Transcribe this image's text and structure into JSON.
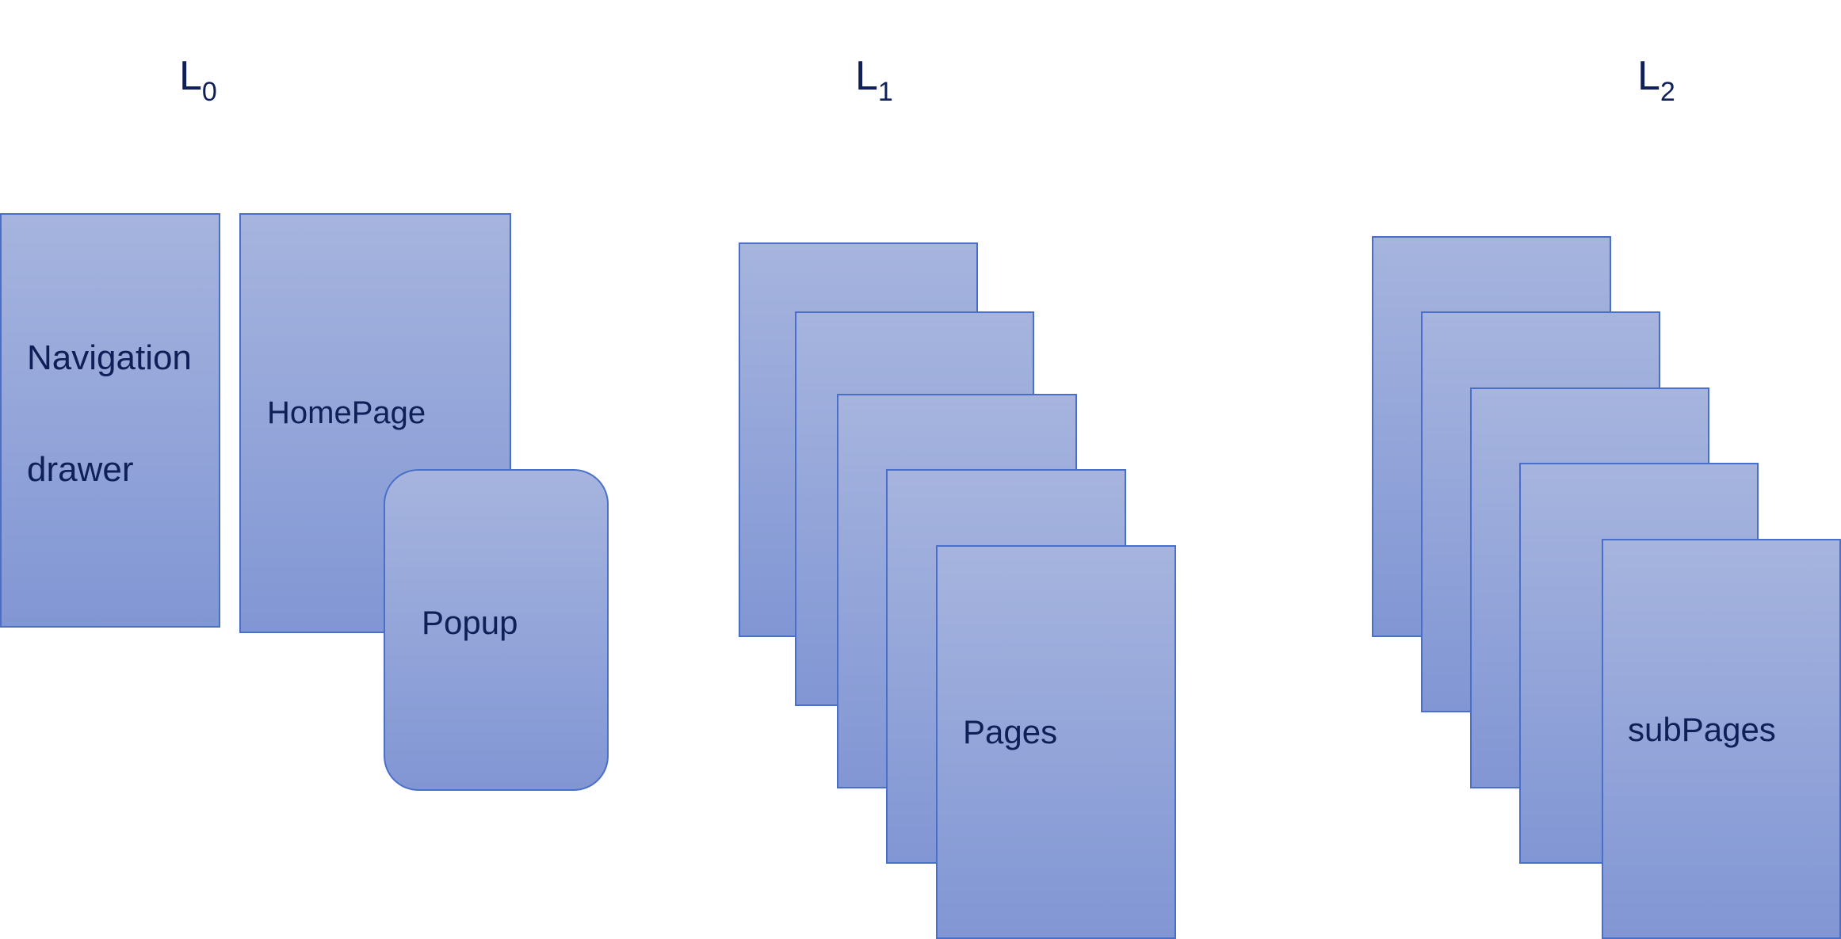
{
  "labels": {
    "l0": {
      "main": "L",
      "sub": "0"
    },
    "l1": {
      "main": "L",
      "sub": "1"
    },
    "l2": {
      "main": "L",
      "sub": "2"
    }
  },
  "boxes": {
    "navigation_drawer": {
      "line1": "Navigation",
      "line2": "drawer"
    },
    "homepage": "HomePage",
    "popup": "Popup",
    "pages": "Pages",
    "subpages": "subPages"
  },
  "colors": {
    "fill_top": "#a6b4de",
    "fill_bottom": "#8196d4",
    "border": "#4a6fc9",
    "text": "#0f1f57"
  }
}
